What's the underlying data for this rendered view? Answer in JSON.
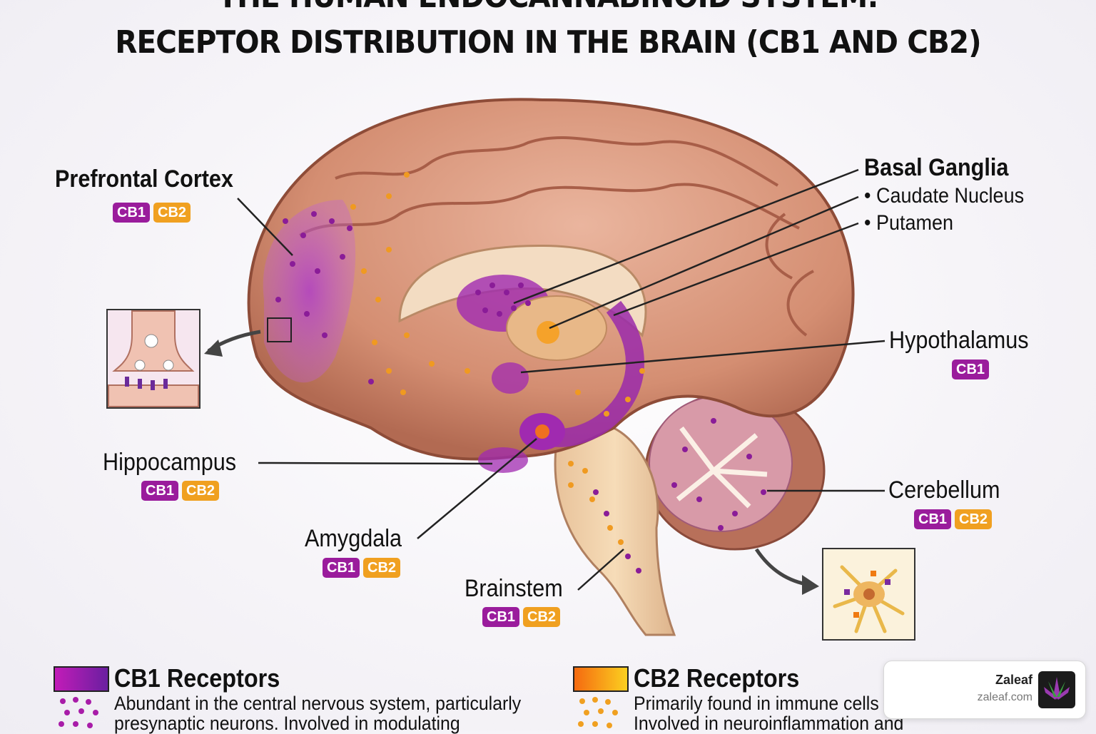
{
  "title": {
    "line1": "THE HUMAN ENDOCANNABINOID SYSTEM:",
    "line2": "RECEPTOR DISTRIBUTION IN THE BRAIN (CB1 AND CB2)"
  },
  "regions": {
    "prefrontal": {
      "label": "Prefrontal Cortex",
      "badges": [
        "CB1",
        "CB2"
      ]
    },
    "basal": {
      "label": "Basal Ganglia",
      "items": [
        "• Caudate Nucleus",
        "• Putamen"
      ]
    },
    "hypothalamus": {
      "label": "Hypothalamus",
      "badges": [
        "CB1"
      ]
    },
    "hippocampus": {
      "label": "Hippocampus",
      "badges": [
        "CB1",
        "CB2"
      ]
    },
    "amygdala": {
      "label": "Amygdala",
      "badges": [
        "CB1",
        "CB2"
      ]
    },
    "brainstem": {
      "label": "Brainstem",
      "badges": [
        "CB1",
        "CB2"
      ]
    },
    "cerebellum": {
      "label": "Cerebellum",
      "badges": [
        "CB1",
        "CB2"
      ]
    }
  },
  "legend": {
    "cb1": {
      "title": "CB1 Receptors",
      "text": "Abundant in the central nervous system, particularly presynaptic neurons. Involved in modulating"
    },
    "cb2": {
      "title": "CB2 Receptors",
      "text": "Primarily found in immune cells the brain. Involved in neuroinflammation and"
    }
  },
  "watermark": {
    "name": "Zaleaf",
    "url": "zaleaf.com"
  },
  "colors": {
    "cb1": "#9a1c9c",
    "cb2": "#f0a020",
    "brain": "#d9957a"
  }
}
